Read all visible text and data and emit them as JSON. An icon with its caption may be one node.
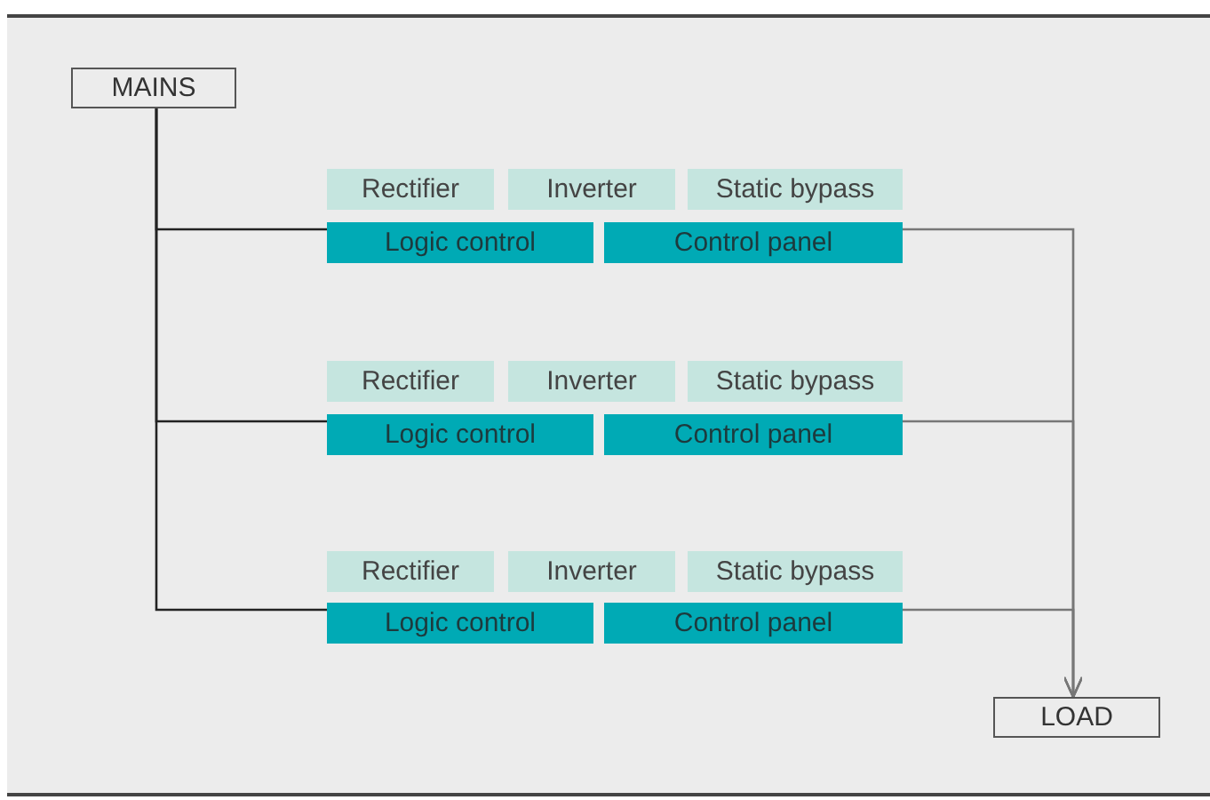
{
  "diagram": {
    "nodes": [
      {
        "text": [
          "MAINS"
        ]
      },
      {
        "text": [
          "Rectifier"
        ]
      },
      {
        "text": [
          "Inverter"
        ]
      },
      {
        "text": [
          "Static bypass"
        ]
      },
      {
        "text": [
          "Logic control"
        ]
      },
      {
        "text": [
          "Control panel"
        ]
      },
      {
        "text": [
          "Rectifier"
        ]
      },
      {
        "text": [
          "Inverter"
        ]
      },
      {
        "text": [
          "Static bypass"
        ]
      },
      {
        "text": [
          "Logic control"
        ]
      },
      {
        "text": [
          "Control panel"
        ]
      },
      {
        "text": [
          "Rectifier"
        ]
      },
      {
        "text": [
          "Inverter"
        ]
      },
      {
        "text": [
          "Static bypass"
        ]
      },
      {
        "text": [
          "Logic control"
        ]
      },
      {
        "text": [
          "Control panel"
        ]
      },
      {
        "text": [
          "LOAD"
        ]
      }
    ],
    "edges": [
      {
        "from": 0,
        "to": 4,
        "arrow": "none"
      },
      {
        "from": 0,
        "to": 9,
        "arrow": "none"
      },
      {
        "from": 0,
        "to": 14,
        "arrow": "none"
      },
      {
        "from": 5,
        "to": 16,
        "arrow": "to"
      },
      {
        "from": 10,
        "to": 16,
        "arrow": "to"
      },
      {
        "from": 15,
        "to": 16,
        "arrow": "to"
      }
    ]
  }
}
